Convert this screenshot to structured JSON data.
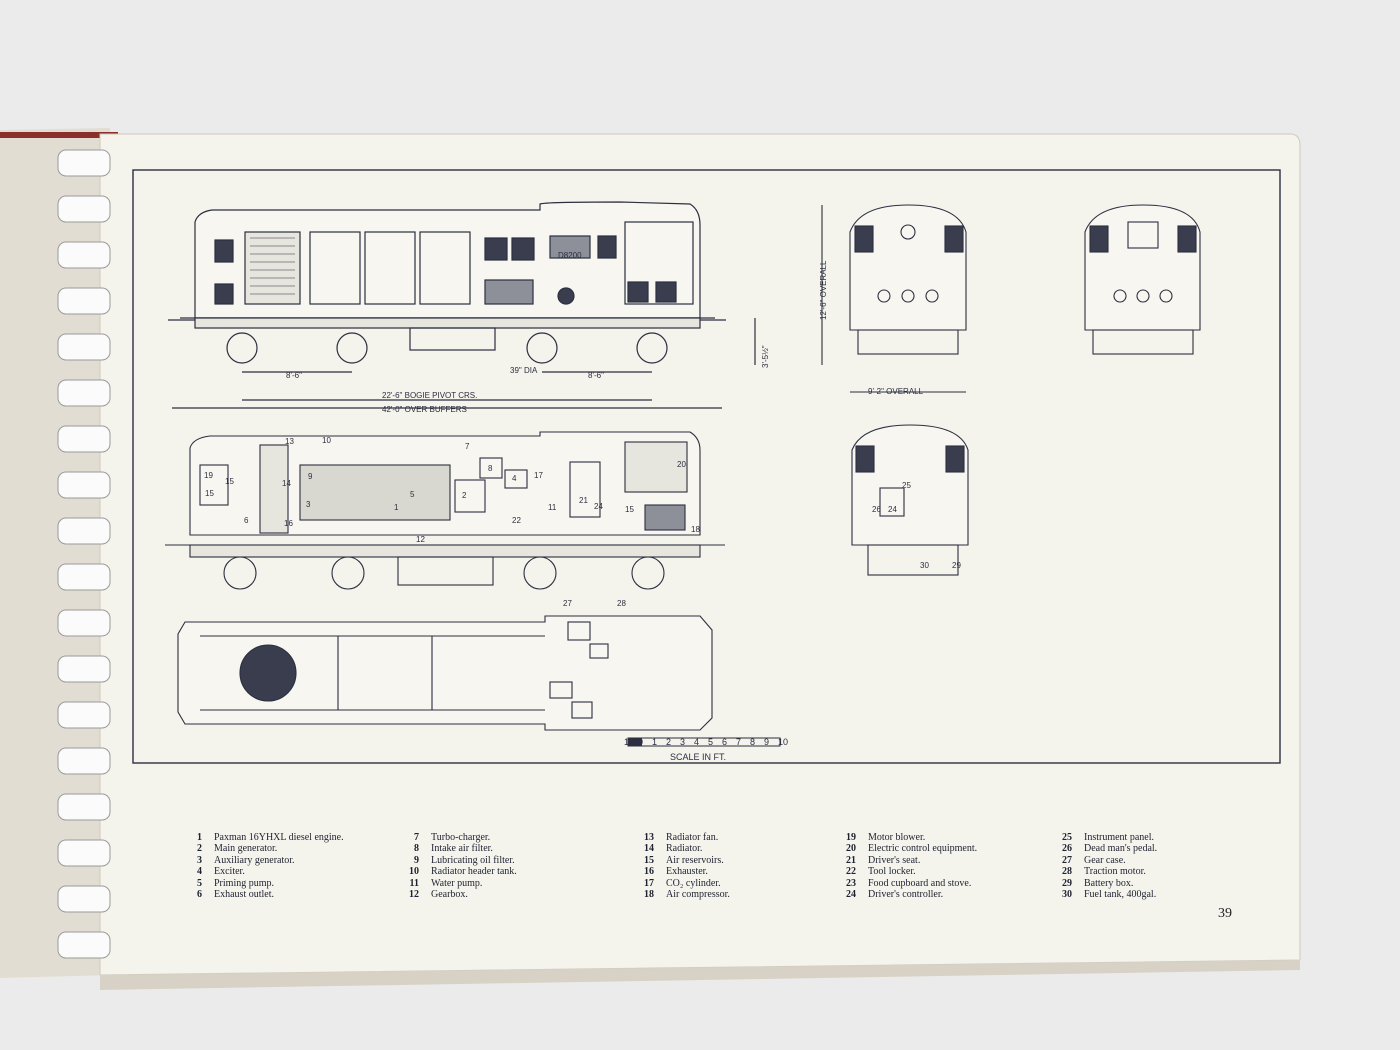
{
  "drawing": {
    "loco_number": "D8200",
    "dimensions": {
      "wheelbase_left": "8'-6\"",
      "wheelbase_right": "8'-6\"",
      "wheel_dia": "39\" DIA",
      "bogie_centres": "22'-6\" BOGIE PIVOT CRS.",
      "over_buffers": "42'-0\" OVER BUFFERS",
      "buffer_height": "3'-5½\"",
      "height_overall": "12'-6\" OVERALL",
      "width_overall": "9'-2\" OVERALL"
    },
    "section_callouts": [
      "13",
      "10",
      "7",
      "8",
      "17",
      "4",
      "20",
      "19",
      "15",
      "15",
      "14",
      "9",
      "3",
      "2",
      "21",
      "24",
      "15",
      "5",
      "1",
      "11",
      "22",
      "16",
      "12",
      "6",
      "18",
      "27",
      "28"
    ],
    "cab_callouts": [
      "25",
      "26",
      "24",
      "30",
      "29"
    ],
    "scale_bar": {
      "ticks": [
        "1",
        "0",
        "1",
        "2",
        "3",
        "4",
        "5",
        "6",
        "7",
        "8",
        "9",
        "10"
      ],
      "label": "SCALE IN FT."
    }
  },
  "legend": [
    [
      {
        "num": "1",
        "text": "Paxman 16YHXL diesel engine."
      },
      {
        "num": "2",
        "text": "Main generator."
      },
      {
        "num": "3",
        "text": "Auxiliary generator."
      },
      {
        "num": "4",
        "text": "Exciter."
      },
      {
        "num": "5",
        "text": "Priming pump."
      },
      {
        "num": "6",
        "text": "Exhaust outlet."
      }
    ],
    [
      {
        "num": "7",
        "text": "Turbo-charger."
      },
      {
        "num": "8",
        "text": "Intake air filter."
      },
      {
        "num": "9",
        "text": "Lubricating oil filter."
      },
      {
        "num": "10",
        "text": "Radiator header tank."
      },
      {
        "num": "11",
        "text": "Water pump."
      },
      {
        "num": "12",
        "text": "Gearbox."
      }
    ],
    [
      {
        "num": "13",
        "text": "Radiator fan."
      },
      {
        "num": "14",
        "text": "Radiator."
      },
      {
        "num": "15",
        "text": "Air reservoirs."
      },
      {
        "num": "16",
        "text": "Exhauster."
      },
      {
        "num": "17",
        "text": "CO₂ cylinder."
      },
      {
        "num": "18",
        "text": "Air compressor."
      }
    ],
    [
      {
        "num": "19",
        "text": "Motor blower."
      },
      {
        "num": "20",
        "text": "Electric control equipment."
      },
      {
        "num": "21",
        "text": "Driver's seat."
      },
      {
        "num": "22",
        "text": "Tool locker."
      },
      {
        "num": "23",
        "text": "Food cupboard and stove."
      },
      {
        "num": "24",
        "text": "Driver's controller."
      }
    ],
    [
      {
        "num": "25",
        "text": "Instrument panel."
      },
      {
        "num": "26",
        "text": "Dead man's pedal."
      },
      {
        "num": "27",
        "text": "Gear case."
      },
      {
        "num": "28",
        "text": "Traction motor."
      },
      {
        "num": "29",
        "text": "Battery box."
      },
      {
        "num": "30",
        "text": "Fuel tank, 400gal."
      }
    ]
  ],
  "page_number": "39",
  "colors": {
    "ink": "#2c2f40",
    "paper": "#f4f3ec",
    "table": "#ebebeb",
    "binding_red": "#8a2f2a"
  }
}
